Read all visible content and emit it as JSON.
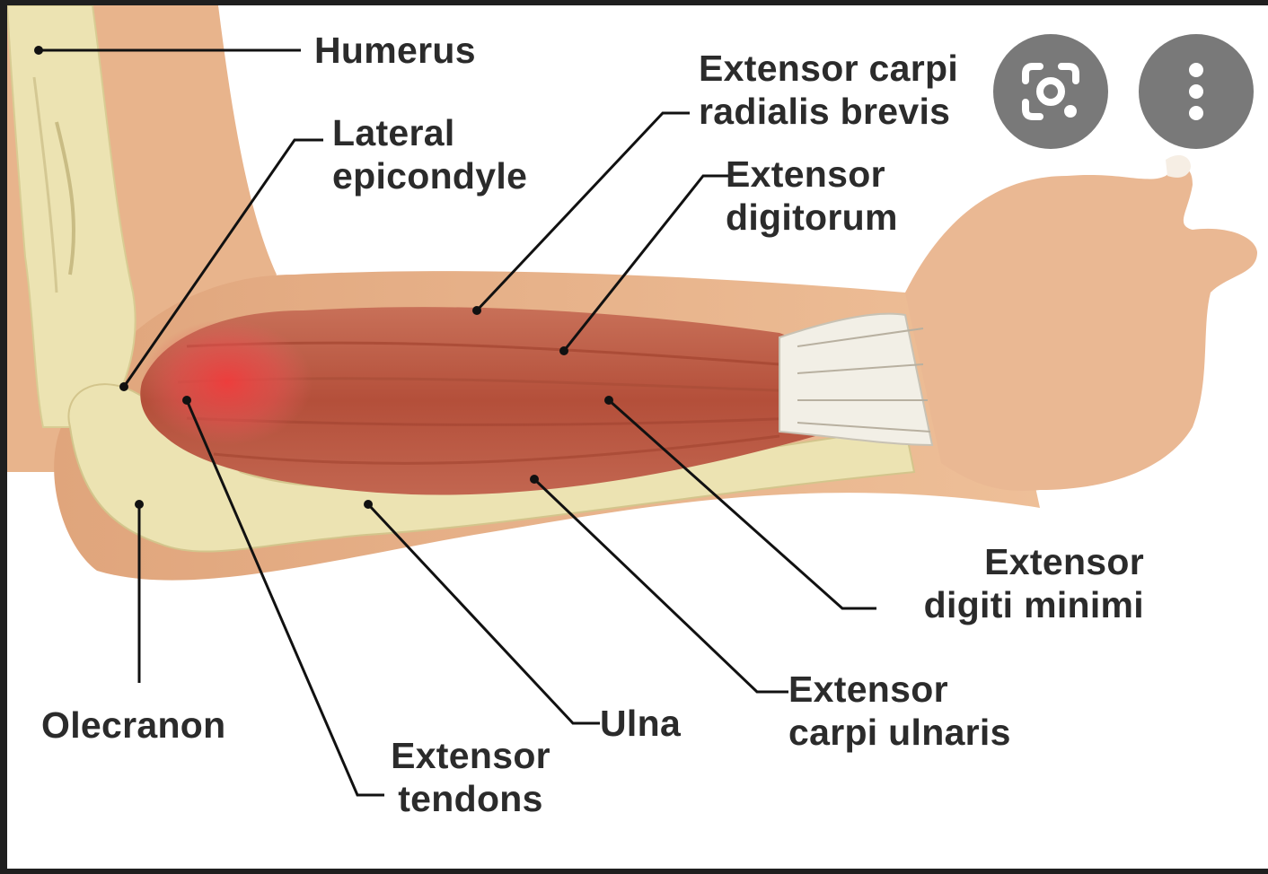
{
  "viewer": {
    "lens_icon": "lens-icon",
    "more_icon": "more-vert-icon"
  },
  "labels": {
    "humerus": "Humerus",
    "lateral_epicondyle": [
      "Lateral",
      "epicondyle"
    ],
    "ecrb": [
      "Extensor carpi",
      "radialis brevis"
    ],
    "extensor_digitorum": [
      "Extensor",
      "digitorum"
    ],
    "extensor_digiti_minimi": [
      "Extensor",
      "digiti minimi"
    ],
    "ecu": [
      "Extensor",
      "carpi ulnaris"
    ],
    "ulna": "Ulna",
    "extensor_tendons": [
      "Extensor",
      "tendons"
    ],
    "olecranon": "Olecranon"
  },
  "colors": {
    "background": "#1f1f1f",
    "skin": "#e7b58d",
    "bone": "#ece3b2",
    "muscle": "#b9573f",
    "inflamed": "#e84a44",
    "tendon": "#f2efe6",
    "button": "#6e6e6e"
  }
}
